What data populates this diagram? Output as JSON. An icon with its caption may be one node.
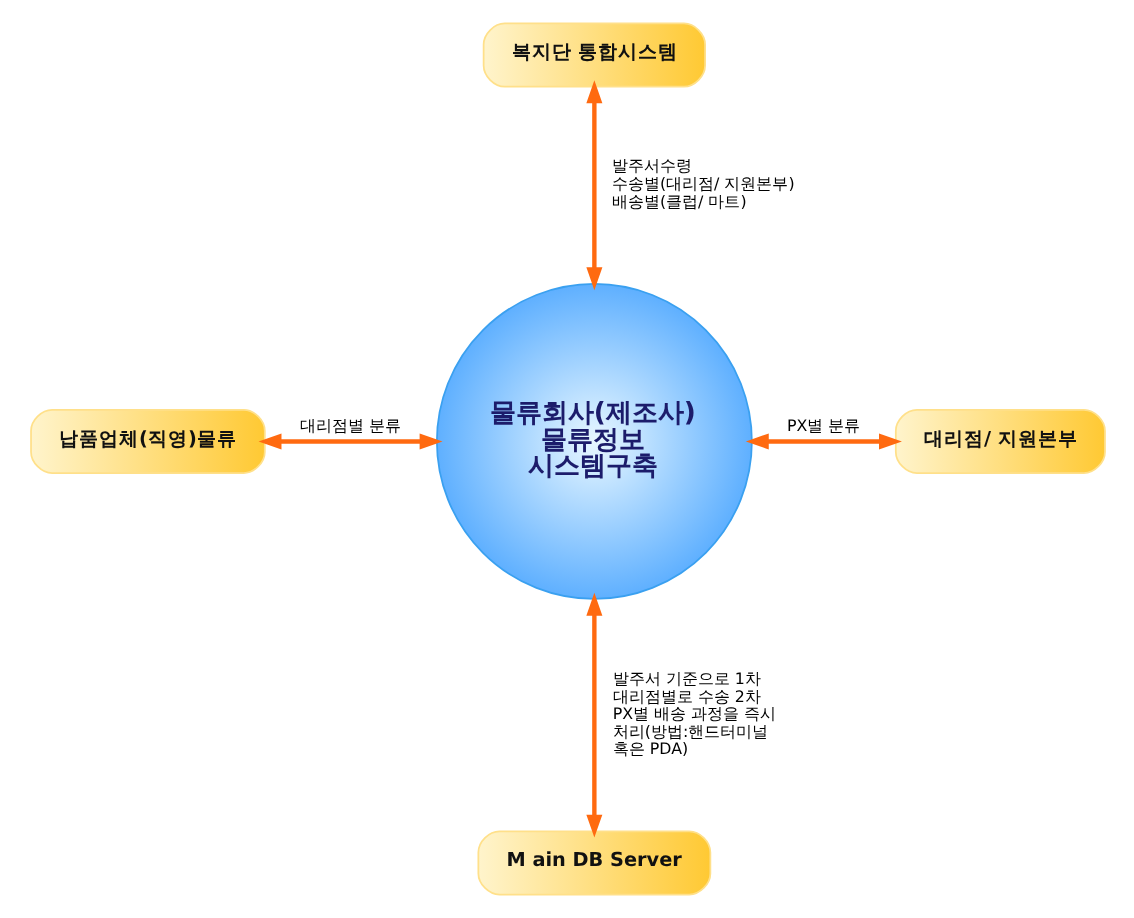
{
  "diagram": {
    "nodes": [
      {
        "text": [
          "복지단 통합시스템"
        ]
      },
      {
        "text": [
          "납품업체(직영)물류"
        ]
      },
      {
        "text": [
          "물류회사(제조사) 물류정보 시스템구축"
        ]
      },
      {
        "text": [
          "대리점/ 지원본부"
        ]
      },
      {
        "text": [
          "M ain DB Server"
        ]
      }
    ],
    "edges": [
      {
        "from": 0,
        "to": 2,
        "arrow": "both",
        "label": "발주서수령 수송별(대리점/ 지원본부) 배송별(클럽/ 마트)"
      },
      {
        "from": 1,
        "to": 2,
        "arrow": "both",
        "label": "대리점별 분류"
      },
      {
        "from": 2,
        "to": 3,
        "arrow": "both",
        "label": "PX별 분류"
      },
      {
        "from": 2,
        "to": 4,
        "arrow": "both",
        "label": "발주서 기준으로 1차 대리점별로 수송 2차 PX별 배송 과정을 즉시 처리(방법:핸드터미널 혹은 PDA)"
      }
    ]
  }
}
